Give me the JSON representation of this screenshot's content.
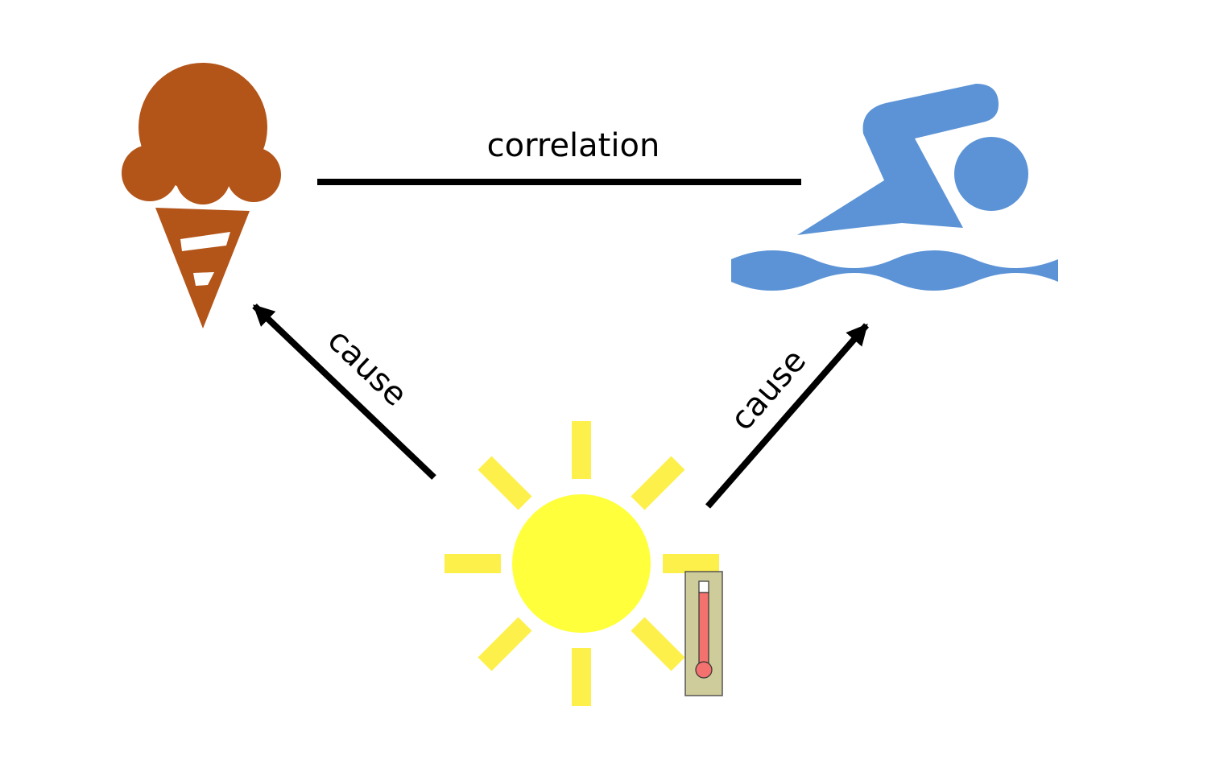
{
  "labels": {
    "correlation": "correlation",
    "cause_left": "cause",
    "cause_right": "cause"
  },
  "icons": {
    "ice_cream": "ice-cream-icon",
    "swimmer": "swimmer-icon",
    "sun": "sun-icon",
    "thermometer": "thermometer-icon"
  },
  "colors": {
    "ice_cream": "#b35418",
    "swimmer": "#5b93d6",
    "sun": "#ffff3b",
    "sun_rays": "#fdf04a",
    "thermometer_body": "#cfcc9b",
    "thermometer_mercury": "#f3716e",
    "line": "#000000"
  }
}
